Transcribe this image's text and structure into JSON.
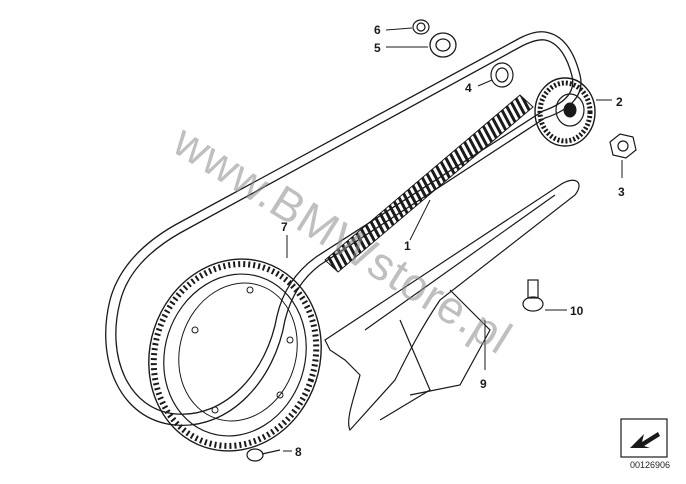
{
  "watermark": "www.BMWstore.pl",
  "reference_number": "00126906",
  "callouts": [
    {
      "id": "1",
      "label": "1"
    },
    {
      "id": "2",
      "label": "2"
    },
    {
      "id": "3",
      "label": "3"
    },
    {
      "id": "4",
      "label": "4"
    },
    {
      "id": "5",
      "label": "5"
    },
    {
      "id": "6",
      "label": "6"
    },
    {
      "id": "7",
      "label": "7"
    },
    {
      "id": "8",
      "label": "8"
    },
    {
      "id": "9",
      "label": "9"
    },
    {
      "id": "10",
      "label": "10"
    }
  ],
  "icons": {
    "navigation": "arrow-in-box-icon"
  },
  "colors": {
    "line": "#1a1a1a",
    "watermark": "#8c8c8c",
    "background": "#ffffff"
  }
}
